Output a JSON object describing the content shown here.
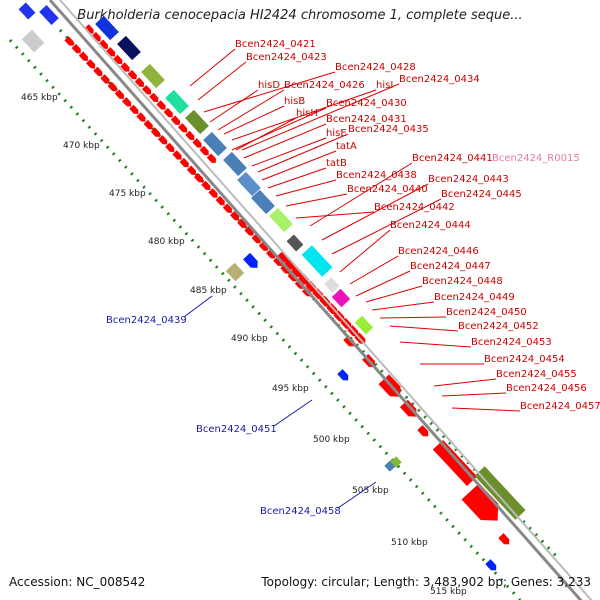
{
  "header": {
    "title": "Burkholderia cenocepacia HI2424 chromosome 1, complete seque..."
  },
  "footer": {
    "accession": "Accession: NC_008542",
    "summary": "Topology: circular; Length: 3,483,902 bp; Genes: 3,233"
  },
  "colors": {
    "backbone": "#999999",
    "forward_tick": "#1f7f1f",
    "forward_gene": "#ff0000",
    "forward_label": "#cc0000",
    "reverse_gene": "#0022ff",
    "reverse_label": "#1a1aa8",
    "rna_label": "#e87aa8"
  },
  "kbp_labels": [
    "465 kbp",
    "470 kbp",
    "475 kbp",
    "480 kbp",
    "485 kbp",
    "490 kbp",
    "495 kbp",
    "500 kbp",
    "505 kbp",
    "510 kbp",
    "515 kbp"
  ],
  "forward_labels": [
    "Bcen2424_0421",
    "Bcen2424_0423",
    "Bcen2424_0428",
    "hisD",
    "Bcen2424_0426",
    "hisI",
    "Bcen2424_0434",
    "hisB",
    "Bcen2424_0430",
    "hisH",
    "Bcen2424_0431",
    "hisE",
    "Bcen2424_0435",
    "tatA",
    "tatB",
    "Bcen2424_0441",
    "Bcen2424_R0015",
    "Bcen2424_0438",
    "Bcen2424_0443",
    "Bcen2424_0440",
    "Bcen2424_0445",
    "Bcen2424_0442",
    "Bcen2424_0444",
    "Bcen2424_0446",
    "Bcen2424_0447",
    "Bcen2424_0448",
    "Bcen2424_0449",
    "Bcen2424_0450",
    "Bcen2424_0452",
    "Bcen2424_0453",
    "Bcen2424_0454",
    "Bcen2424_0455",
    "Bcen2424_0456",
    "Bcen2424_0457"
  ],
  "reverse_labels": [
    "Bcen2424_0439",
    "Bcen2424_0451",
    "Bcen2424_0458"
  ]
}
